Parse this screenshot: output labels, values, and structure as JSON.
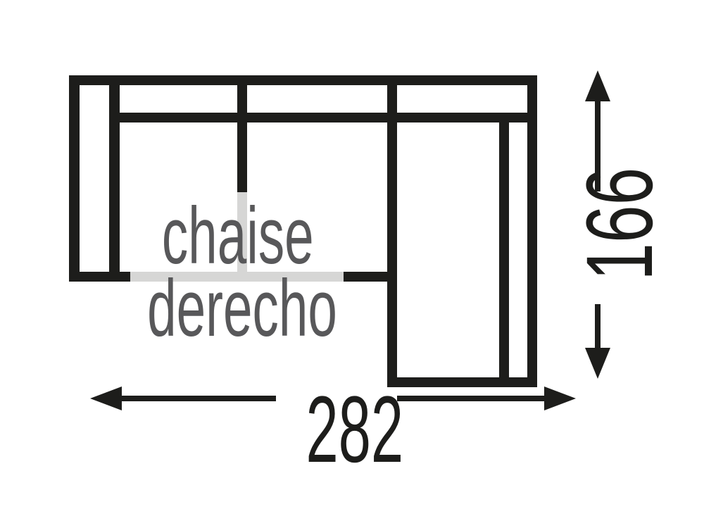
{
  "diagram": {
    "type": "sofa-top-view-floorplan",
    "label_line1": "chaise",
    "label_line2": "derecho",
    "width_dimension": {
      "value": "282"
    },
    "depth_dimension": {
      "value": "166"
    }
  },
  "colors": {
    "outline": "#1d1d1b",
    "label_text": "#58585a",
    "faded_line": "#d2d2d1",
    "background": "#ffffff"
  }
}
